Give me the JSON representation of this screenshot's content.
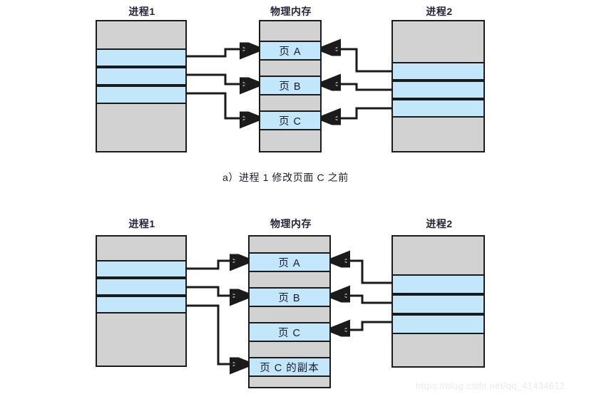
{
  "figure": {
    "title_top_left": "进程1",
    "title_top_mid": "物理内存",
    "title_top_right": "进程2",
    "title_bottom_left": "进程1",
    "title_bottom_mid": "物理内存",
    "title_bottom_right": "进程2",
    "caption_a": "a）进程 1 修改页面 C 之前",
    "watermark": "https://blog.csdn.net/qq_41434612"
  },
  "colors": {
    "blue_fill": "#c2e6fa",
    "gray_fill": "#d2d2d2",
    "stroke": "#1b1b1b",
    "text": "#1b1b2c",
    "watermark": "#ebebeb"
  },
  "panel_a": {
    "process1": {
      "rows": [
        {
          "label": "",
          "fill": "gray"
        },
        {
          "label": "",
          "fill": "blue"
        },
        {
          "label": "",
          "fill": "blue"
        },
        {
          "label": "",
          "fill": "blue"
        },
        {
          "label": "",
          "fill": "gray"
        }
      ]
    },
    "physical_memory": {
      "rows": [
        {
          "label": "",
          "fill": "gray"
        },
        {
          "label": "页 A",
          "fill": "blue"
        },
        {
          "label": "",
          "fill": "gray"
        },
        {
          "label": "页 B",
          "fill": "blue"
        },
        {
          "label": "",
          "fill": "gray"
        },
        {
          "label": "页 C",
          "fill": "blue"
        },
        {
          "label": "",
          "fill": "gray"
        }
      ]
    },
    "process2": {
      "rows": [
        {
          "label": "",
          "fill": "gray"
        },
        {
          "label": "",
          "fill": "blue"
        },
        {
          "label": "",
          "fill": "blue"
        },
        {
          "label": "",
          "fill": "blue"
        },
        {
          "label": "",
          "fill": "gray"
        }
      ]
    },
    "mappings_left": [
      {
        "from": "process1.row.1",
        "to": "physical_memory.页 A"
      },
      {
        "from": "process1.row.2",
        "to": "physical_memory.页 B"
      },
      {
        "from": "process1.row.3",
        "to": "physical_memory.页 C"
      }
    ],
    "mappings_right": [
      {
        "from": "process2.row.1",
        "to": "physical_memory.页 A"
      },
      {
        "from": "process2.row.2",
        "to": "physical_memory.页 B"
      },
      {
        "from": "process2.row.3",
        "to": "physical_memory.页 C"
      }
    ]
  },
  "panel_b": {
    "process1": {
      "rows": [
        {
          "label": "",
          "fill": "gray"
        },
        {
          "label": "",
          "fill": "blue"
        },
        {
          "label": "",
          "fill": "blue"
        },
        {
          "label": "",
          "fill": "blue"
        },
        {
          "label": "",
          "fill": "gray"
        }
      ]
    },
    "physical_memory": {
      "rows": [
        {
          "label": "",
          "fill": "gray"
        },
        {
          "label": "页 A",
          "fill": "blue"
        },
        {
          "label": "",
          "fill": "gray"
        },
        {
          "label": "页 B",
          "fill": "blue"
        },
        {
          "label": "",
          "fill": "gray"
        },
        {
          "label": "页 C",
          "fill": "blue"
        },
        {
          "label": "",
          "fill": "gray"
        },
        {
          "label": "页 C 的副本",
          "fill": "blue"
        },
        {
          "label": "",
          "fill": "gray"
        }
      ]
    },
    "process2": {
      "rows": [
        {
          "label": "",
          "fill": "gray"
        },
        {
          "label": "",
          "fill": "blue"
        },
        {
          "label": "",
          "fill": "blue"
        },
        {
          "label": "",
          "fill": "blue"
        },
        {
          "label": "",
          "fill": "gray"
        }
      ]
    },
    "mappings_left": [
      {
        "from": "process1.row.1",
        "to": "physical_memory.页 A"
      },
      {
        "from": "process1.row.2",
        "to": "physical_memory.页 B"
      },
      {
        "from": "process1.row.3",
        "to": "physical_memory.页 C 的副本"
      }
    ],
    "mappings_right": [
      {
        "from": "process2.row.1",
        "to": "physical_memory.页 A"
      },
      {
        "from": "process2.row.2",
        "to": "physical_memory.页 B"
      },
      {
        "from": "process2.row.3",
        "to": "physical_memory.页 C"
      }
    ]
  }
}
